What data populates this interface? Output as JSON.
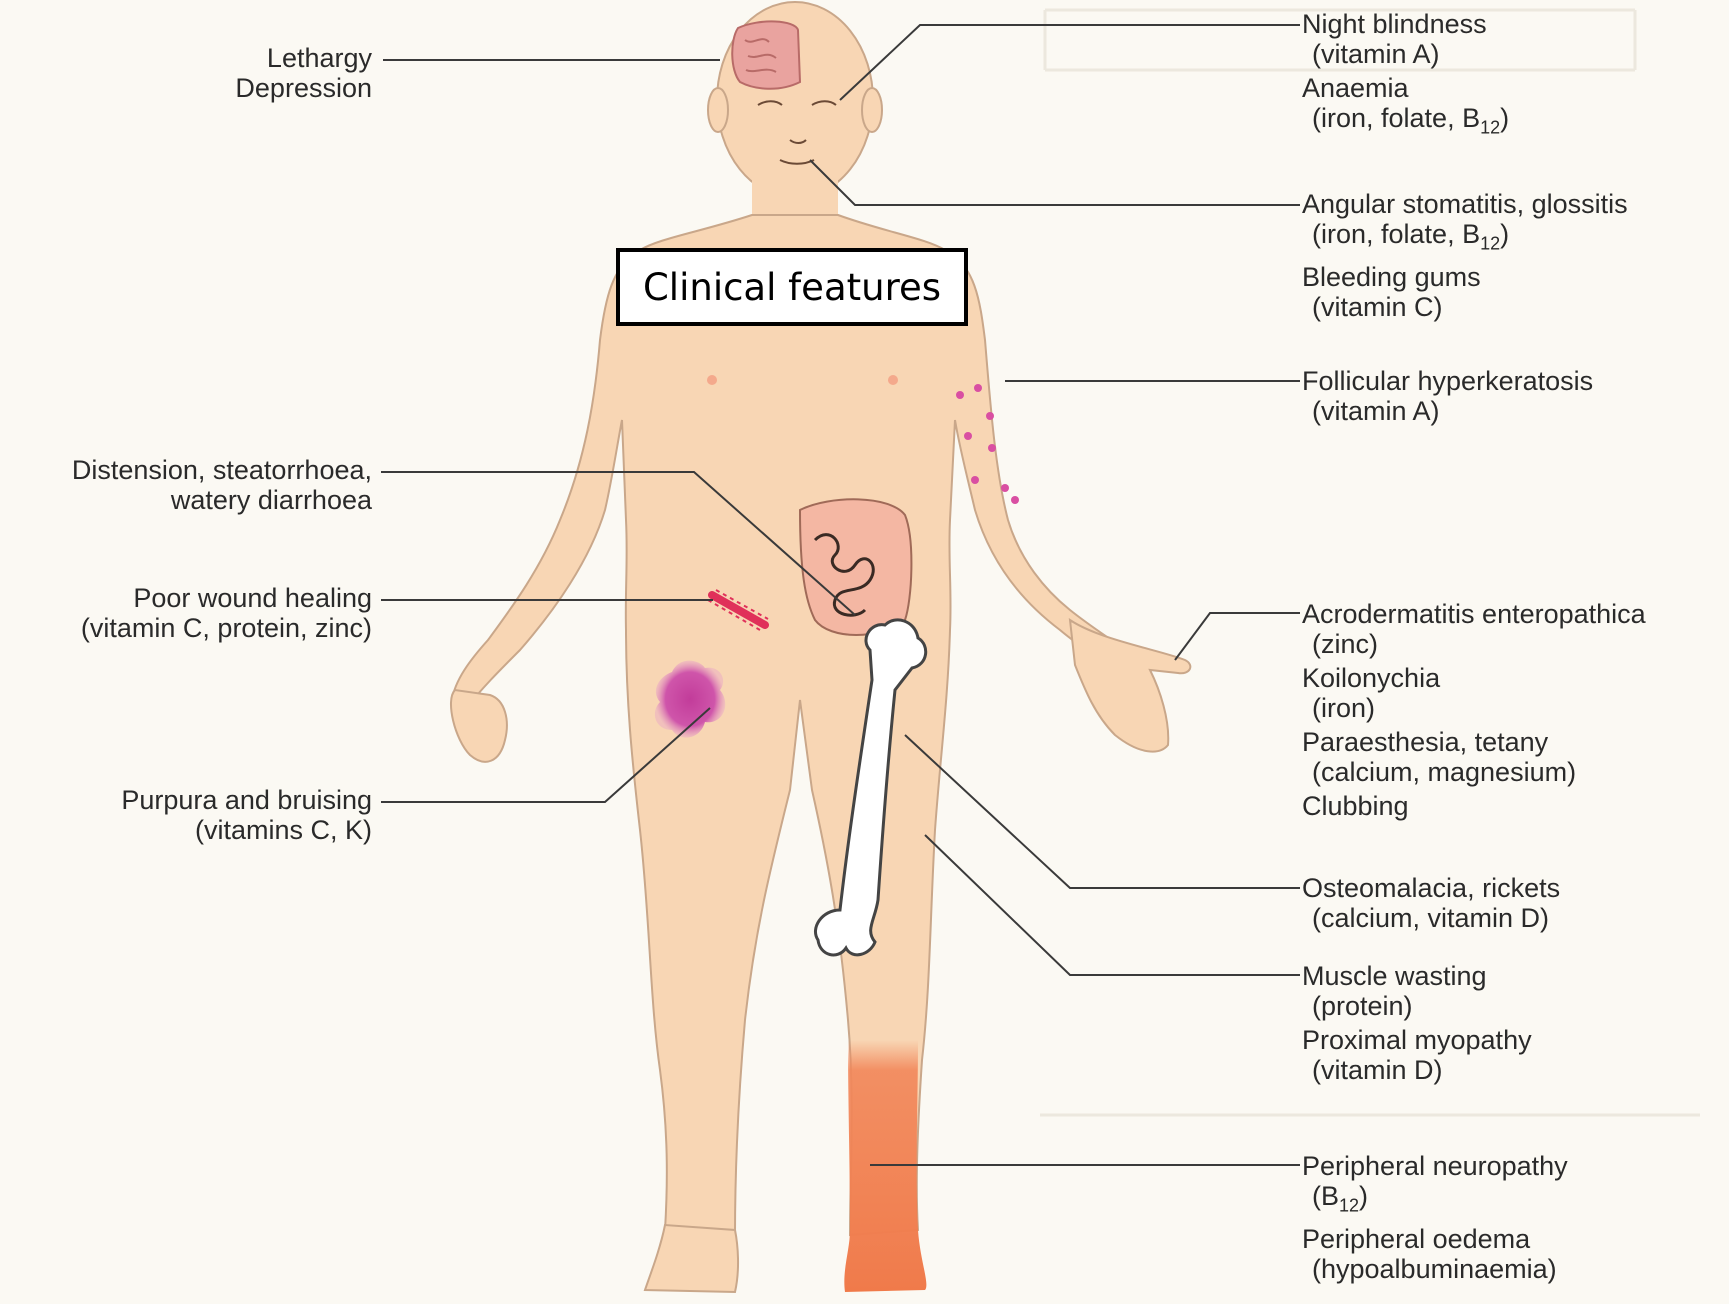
{
  "title": "Clinical features",
  "colors": {
    "skin": "#f8d6b4",
    "bruise": "#cf4fa8",
    "leg_highlight": "#f2875a",
    "line": "#3a3a3a",
    "brain": "#e9a39f"
  },
  "left_labels": [
    {
      "id": "lethargy",
      "lines": [
        "Lethargy",
        "Depression"
      ]
    },
    {
      "id": "distension",
      "lines": [
        "Distension, steatorrhoea,",
        "watery diarrhoea"
      ]
    },
    {
      "id": "wound",
      "lines": [
        "Poor wound healing",
        "(vitamin C, protein, zinc)"
      ]
    },
    {
      "id": "purpura",
      "lines": [
        "Purpura and bruising",
        "(vitamins C, K)"
      ]
    }
  ],
  "right_labels": {
    "eyes": {
      "l1": "Night blindness",
      "l1s": "(vitamin A)",
      "l2": "Anaemia",
      "l2s_pre": "(iron, folate, B",
      "l2s_sub": "12",
      "l2s_post": ")"
    },
    "mouth": {
      "l1": "Angular stomatitis, glossitis",
      "l1s_pre": "(iron, folate, B",
      "l1s_sub": "12",
      "l1s_post": ")",
      "l2": "Bleeding gums",
      "l2s": "(vitamin C)"
    },
    "skin": {
      "l1": "Follicular hyperkeratosis",
      "l1s": "(vitamin A)"
    },
    "hand": {
      "l1": "Acrodermatitis enteropathica",
      "l1s": "(zinc)",
      "l2": "Koilonychia",
      "l2s": "(iron)",
      "l3": "Paraesthesia, tetany",
      "l3s": "(calcium, magnesium)",
      "l4": "Clubbing"
    },
    "bone": {
      "l1": "Osteomalacia, rickets",
      "l1s": "(calcium, vitamin D)"
    },
    "muscle": {
      "l1": "Muscle wasting",
      "l1s": "(protein)",
      "l2": "Proximal myopathy",
      "l2s": "(vitamin D)"
    },
    "leg": {
      "l1": "Peripheral neuropathy",
      "l1s_pre": "(B",
      "l1s_sub": "12",
      "l1s_post": ")",
      "l2": "Peripheral oedema",
      "l2s": "(hypoalbuminaemia)"
    }
  }
}
